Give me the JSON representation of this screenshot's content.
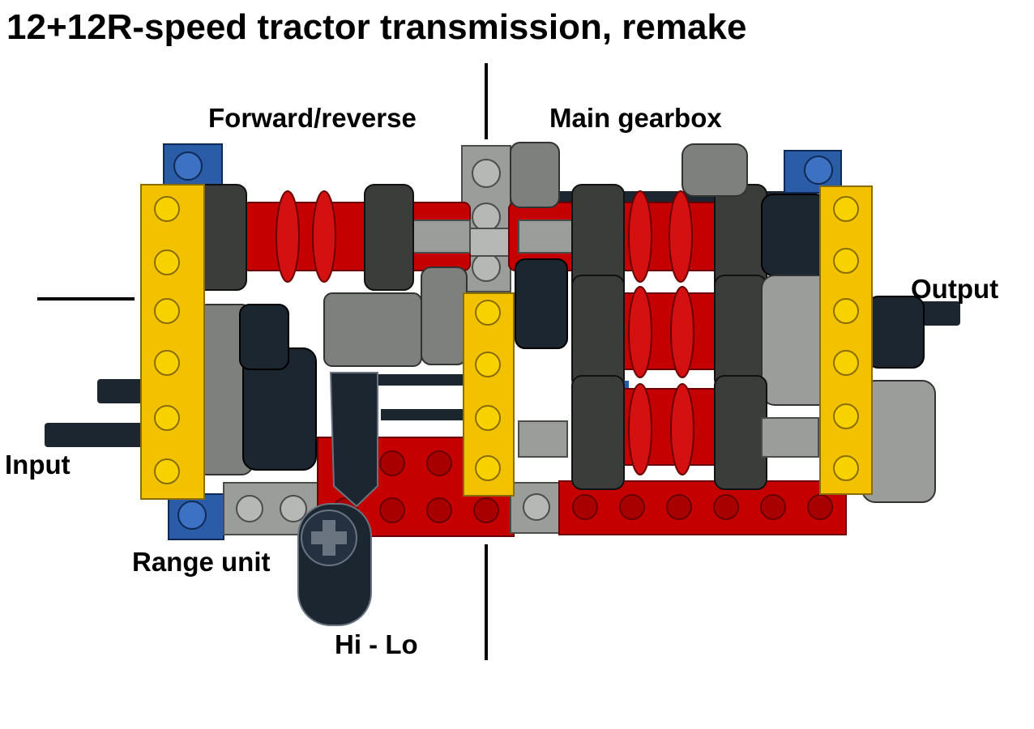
{
  "title": "12+12R-speed tractor transmission, remake",
  "labels": {
    "forward_reverse": "Forward/reverse",
    "main_gearbox": "Main gearbox",
    "output": "Output",
    "input": "Input",
    "range_unit": "Range unit",
    "hi_lo": "Hi - Lo"
  },
  "colors": {
    "yellow_beam": "#f2c200",
    "red_part": "#c40000",
    "blue_block": "#2b5ca8",
    "light_gray": "#9a9d9a",
    "dark_gray": "#5a5d5a",
    "black_part": "#1c2630"
  }
}
